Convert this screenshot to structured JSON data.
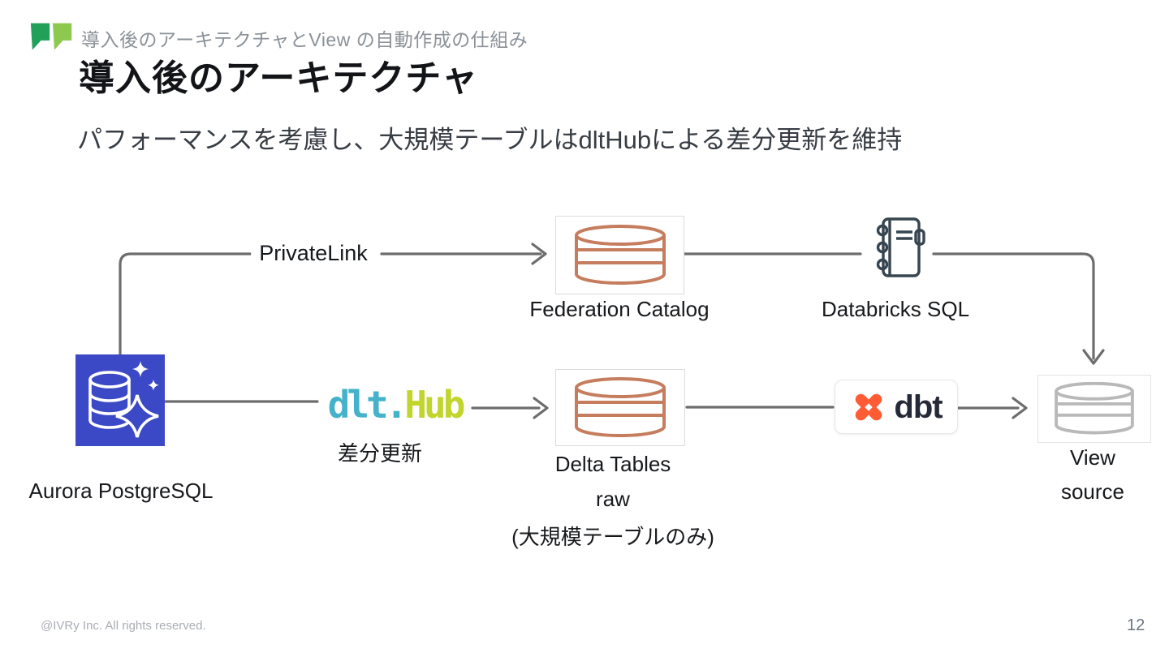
{
  "header": {
    "kicker": "導入後のアーキテクチャとView の自動作成の仕組み",
    "title": "導入後のアーキテクチャ",
    "subtitle": "パフォーマンスを考慮し、大規模テーブルはdltHubによる差分更新を維持"
  },
  "diagram": {
    "privatelink_label": "PrivateLink",
    "aurora": {
      "label": "Aurora PostgreSQL"
    },
    "federation_catalog": {
      "label": "Federation Catalog"
    },
    "databricks_sql": {
      "label": "Databricks SQL"
    },
    "dlthub": {
      "logo_left": "dlt.",
      "logo_right": "Hub",
      "caption": "差分更新"
    },
    "delta_tables": {
      "line1": "Delta Tables",
      "line2": "raw",
      "line3": "(大規模テーブルのみ)"
    },
    "dbt": {
      "label": "dbt"
    },
    "view_source": {
      "line1": "View",
      "line2": "source"
    }
  },
  "footer": {
    "copyright": "@IVRy Inc. All rights reserved.",
    "page_number": "12"
  },
  "colors": {
    "aurora_blue": "#3b49c6",
    "cylinder_orange": "#c57d5e",
    "cylinder_gray": "#b9b9b9",
    "connector_gray": "#6d6d6d",
    "dlt_teal": "#44b3ca",
    "hub_lime": "#c1d52c",
    "dbt_orange": "#ff5c35",
    "dbt_navy": "#262a38",
    "logo_green_dark": "#21a05a",
    "logo_green_light": "#8dc84f"
  }
}
